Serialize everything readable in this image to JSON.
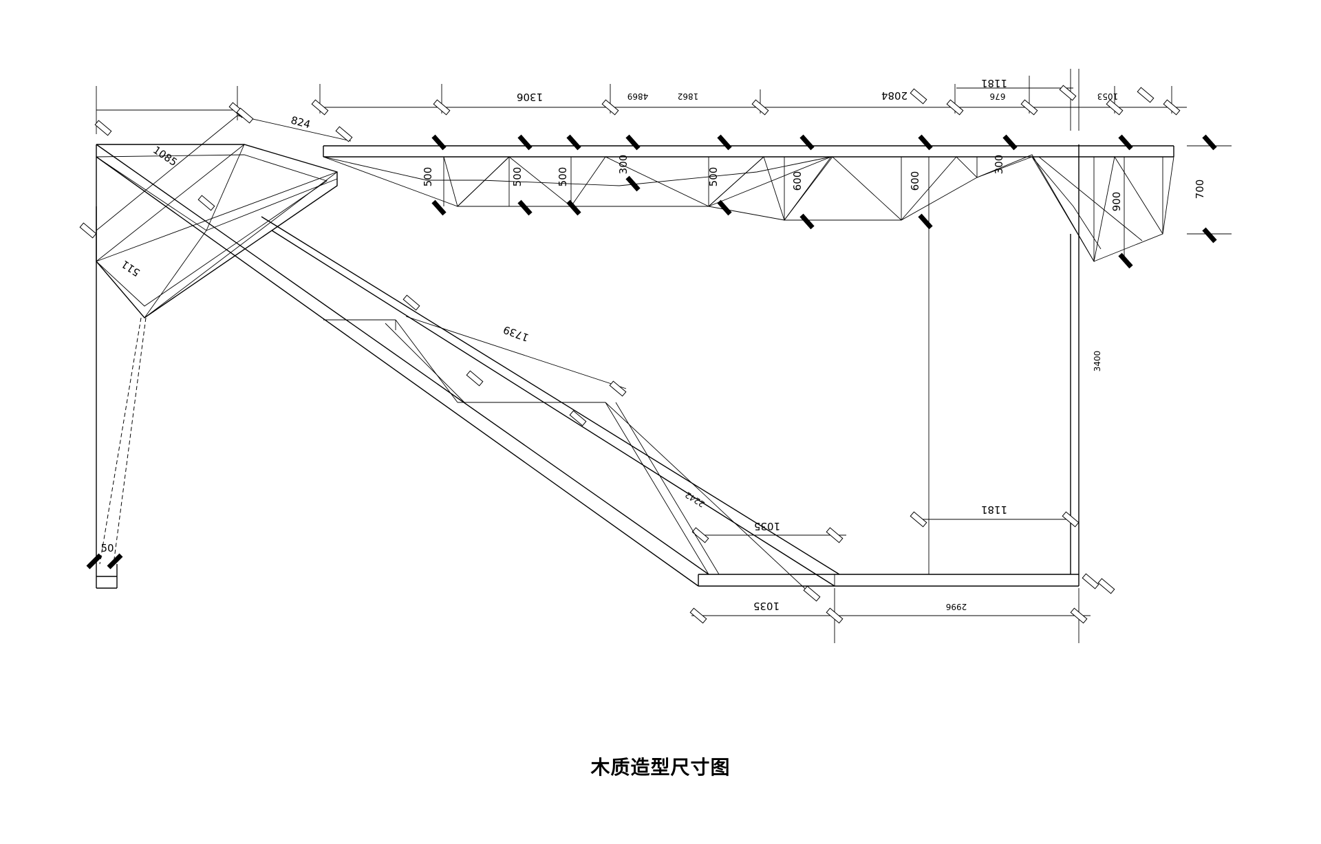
{
  "title": "木质造型尺寸图",
  "dimensions": {
    "d_1306": "1306",
    "d_4869": "4869",
    "d_1862": "1862",
    "d_2084": "2084",
    "d_1181_top": "1181",
    "d_676": "676",
    "d_1053": "1053",
    "d_824": "824",
    "d_1085": "1085",
    "d_511": "511",
    "d_1739": "1739",
    "d_2242": "2242",
    "d_1035_mid": "1035",
    "d_1181_mid": "1181",
    "d_1035_bottom": "1035",
    "d_2996": "2996",
    "d_3400": "3400",
    "d_50": "50",
    "d_500_a": "500",
    "d_500_b": "500",
    "d_500_c": "500",
    "d_300_a": "300",
    "d_500_d": "500",
    "d_600_a": "600",
    "d_600_b": "600",
    "d_300_b": "300",
    "d_900": "900",
    "d_700": "700"
  }
}
